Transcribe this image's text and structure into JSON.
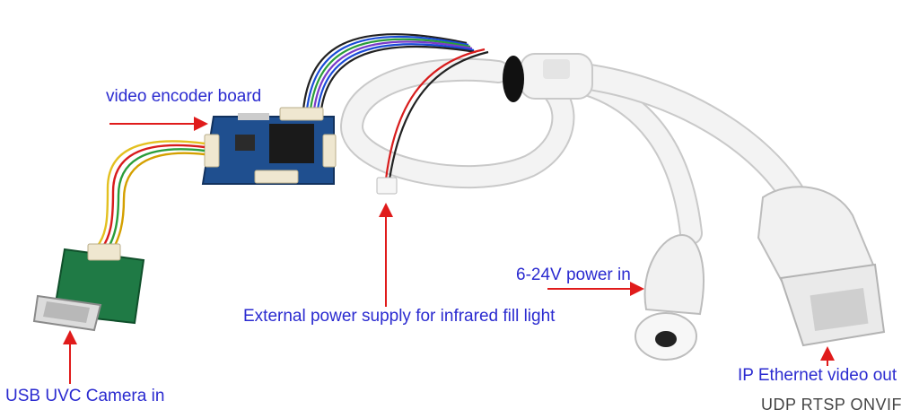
{
  "labels": {
    "encoder": "video encoder board",
    "ir_power": "External power supply for infrared fill light",
    "power_in": "6-24V power in",
    "usb_camera": "USB UVC Camera in",
    "ethernet": "IP Ethernet video out",
    "protocols": "UDP RTSP ONVIF"
  },
  "colors": {
    "label_text": "#2b2bd0",
    "protocol_text": "#444444",
    "arrow": "#e01b1b",
    "pcb": "#1f4f8f",
    "usb_pcb": "#1f7a45",
    "cable": "#eeeeee"
  }
}
